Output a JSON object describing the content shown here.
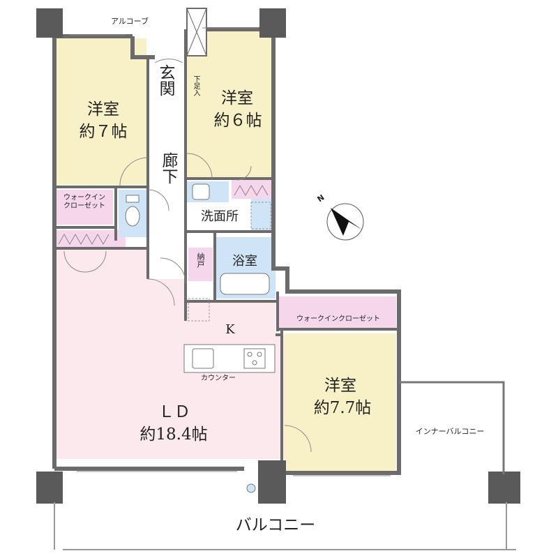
{
  "rooms": {
    "western_room_1": {
      "name": "洋室",
      "size": "約７帖"
    },
    "western_room_2": {
      "name": "洋室",
      "size": "約６帖"
    },
    "western_room_3": {
      "name": "洋室",
      "size": "約7.7帖"
    },
    "entrance": "玄関",
    "shoe_closet": "下足入",
    "hallway": "廊下",
    "walk_in_closet_1": "ウォークイン\nクローゼット",
    "walk_in_closet_2": "ウォークインクローゼット",
    "washroom": "洗面所",
    "storage": "納戸",
    "bathroom": "浴室",
    "kitchen": "K",
    "counter": "カウンター",
    "ld": {
      "name": "ＬＤ",
      "size": "約18.4帖"
    },
    "alcove": "アルコーブ",
    "inner_balcony": "インナーバルコニー",
    "balcony": "バルコニー"
  },
  "compass": {
    "label": "N"
  },
  "colors": {
    "western_room": "#f8f0c6",
    "ld": "#fbe9ee",
    "closet": "#f5d6ea",
    "wet_area": "#cfe4f6",
    "wall": "#6b6b6b",
    "pillar": "#5a5a5a"
  }
}
